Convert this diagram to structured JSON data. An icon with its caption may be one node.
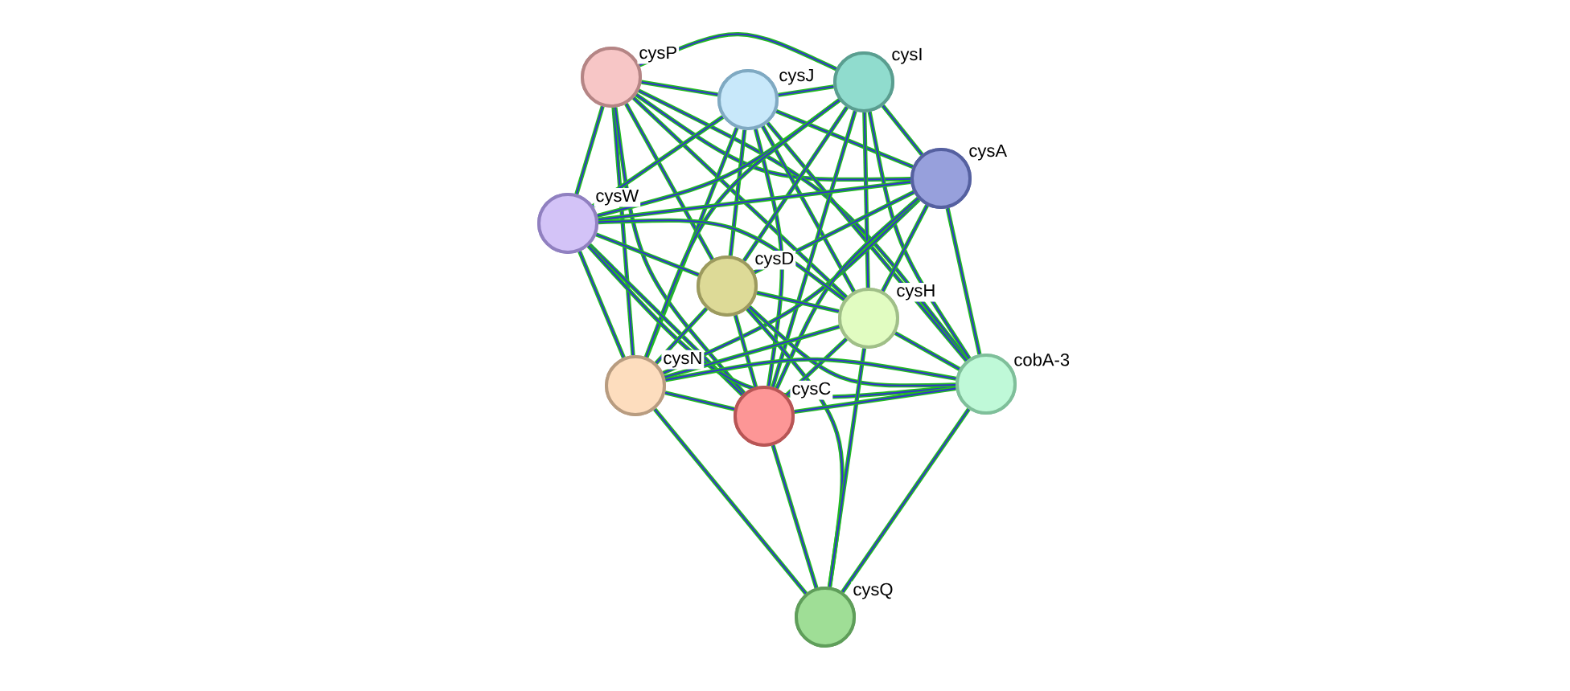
{
  "diagram": {
    "nodes": [
      {
        "text": [],
        "shape": "circle",
        "beside": [
          "cysP"
        ]
      },
      {
        "text": [],
        "shape": "circle",
        "beside": [
          "cysJ"
        ]
      },
      {
        "text": [],
        "shape": "circle",
        "beside": [
          "cysI"
        ]
      },
      {
        "text": [],
        "shape": "circle",
        "beside": [
          "cysA"
        ]
      },
      {
        "text": [],
        "shape": "circle",
        "beside": [
          "cysW"
        ]
      },
      {
        "text": [],
        "shape": "circle",
        "beside": [
          "cysD"
        ]
      },
      {
        "text": [],
        "shape": "circle",
        "beside": [
          "cysH"
        ]
      },
      {
        "text": [],
        "shape": "circle",
        "beside": [
          "cysN"
        ]
      },
      {
        "text": [],
        "shape": "circle",
        "beside": [
          "cysC"
        ]
      },
      {
        "text": [],
        "shape": "circle",
        "beside": [
          "cobA-3"
        ]
      },
      {
        "text": [],
        "shape": "circle",
        "beside": [
          "cysQ"
        ]
      }
    ],
    "edges": [
      {
        "from": 0,
        "to": 1,
        "arrow": "none"
      },
      {
        "from": 0,
        "to": 2,
        "arrow": "none"
      },
      {
        "from": 0,
        "to": 3,
        "arrow": "none"
      },
      {
        "from": 0,
        "to": 4,
        "arrow": "none"
      },
      {
        "from": 0,
        "to": 5,
        "arrow": "none"
      },
      {
        "from": 0,
        "to": 6,
        "arrow": "none"
      },
      {
        "from": 0,
        "to": 7,
        "arrow": "none"
      },
      {
        "from": 0,
        "to": 8,
        "arrow": "none"
      },
      {
        "from": 0,
        "to": 9,
        "arrow": "none"
      },
      {
        "from": 1,
        "to": 2,
        "arrow": "none"
      },
      {
        "from": 1,
        "to": 3,
        "arrow": "none"
      },
      {
        "from": 1,
        "to": 4,
        "arrow": "none"
      },
      {
        "from": 1,
        "to": 5,
        "arrow": "none"
      },
      {
        "from": 1,
        "to": 6,
        "arrow": "none"
      },
      {
        "from": 1,
        "to": 7,
        "arrow": "none"
      },
      {
        "from": 1,
        "to": 8,
        "arrow": "none"
      },
      {
        "from": 1,
        "to": 9,
        "arrow": "none"
      },
      {
        "from": 2,
        "to": 3,
        "arrow": "none"
      },
      {
        "from": 2,
        "to": 4,
        "arrow": "none"
      },
      {
        "from": 2,
        "to": 5,
        "arrow": "none"
      },
      {
        "from": 2,
        "to": 6,
        "arrow": "none"
      },
      {
        "from": 2,
        "to": 7,
        "arrow": "none"
      },
      {
        "from": 2,
        "to": 8,
        "arrow": "none"
      },
      {
        "from": 2,
        "to": 9,
        "arrow": "none"
      },
      {
        "from": 3,
        "to": 4,
        "arrow": "none"
      },
      {
        "from": 3,
        "to": 5,
        "arrow": "none"
      },
      {
        "from": 3,
        "to": 6,
        "arrow": "none"
      },
      {
        "from": 3,
        "to": 7,
        "arrow": "none"
      },
      {
        "from": 3,
        "to": 8,
        "arrow": "none"
      },
      {
        "from": 3,
        "to": 9,
        "arrow": "none"
      },
      {
        "from": 4,
        "to": 5,
        "arrow": "none"
      },
      {
        "from": 4,
        "to": 6,
        "arrow": "none"
      },
      {
        "from": 4,
        "to": 7,
        "arrow": "none"
      },
      {
        "from": 4,
        "to": 8,
        "arrow": "none"
      },
      {
        "from": 4,
        "to": 9,
        "arrow": "none"
      },
      {
        "from": 5,
        "to": 6,
        "arrow": "none"
      },
      {
        "from": 5,
        "to": 7,
        "arrow": "none"
      },
      {
        "from": 5,
        "to": 8,
        "arrow": "none"
      },
      {
        "from": 5,
        "to": 9,
        "arrow": "none"
      },
      {
        "from": 5,
        "to": 10,
        "arrow": "none"
      },
      {
        "from": 6,
        "to": 7,
        "arrow": "none"
      },
      {
        "from": 6,
        "to": 8,
        "arrow": "none"
      },
      {
        "from": 6,
        "to": 9,
        "arrow": "none"
      },
      {
        "from": 6,
        "to": 10,
        "arrow": "none"
      },
      {
        "from": 7,
        "to": 8,
        "arrow": "none"
      },
      {
        "from": 7,
        "to": 9,
        "arrow": "none"
      },
      {
        "from": 7,
        "to": 10,
        "arrow": "none"
      },
      {
        "from": 8,
        "to": 9,
        "arrow": "none"
      },
      {
        "from": 8,
        "to": 10,
        "arrow": "none"
      },
      {
        "from": 9,
        "to": 10,
        "arrow": "none"
      }
    ]
  }
}
